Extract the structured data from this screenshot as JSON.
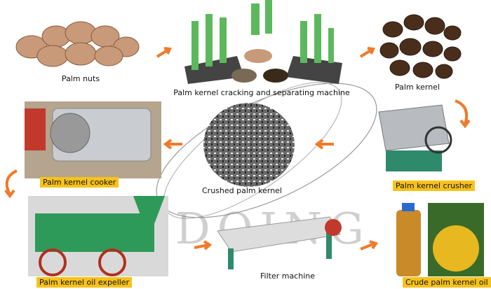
{
  "steps": {
    "palm_nuts": "Palm nuts",
    "cracking_machine": "Palm kernel cracking and separating machine",
    "palm_kernel": "Palm kernel",
    "crusher": "Palm kernel crusher",
    "crushed": "Crushed palm kernel",
    "cooker": "Palm kernel cooker",
    "expeller": "Palm kernel oil expeller",
    "filter": "Filter machine",
    "crude_oil": "Crude palm kernel oil"
  },
  "watermark": "DOING",
  "colors": {
    "arrow": "#f07a2a",
    "label_bg": "#f7c21a",
    "machine_green": "#4fae5a"
  }
}
